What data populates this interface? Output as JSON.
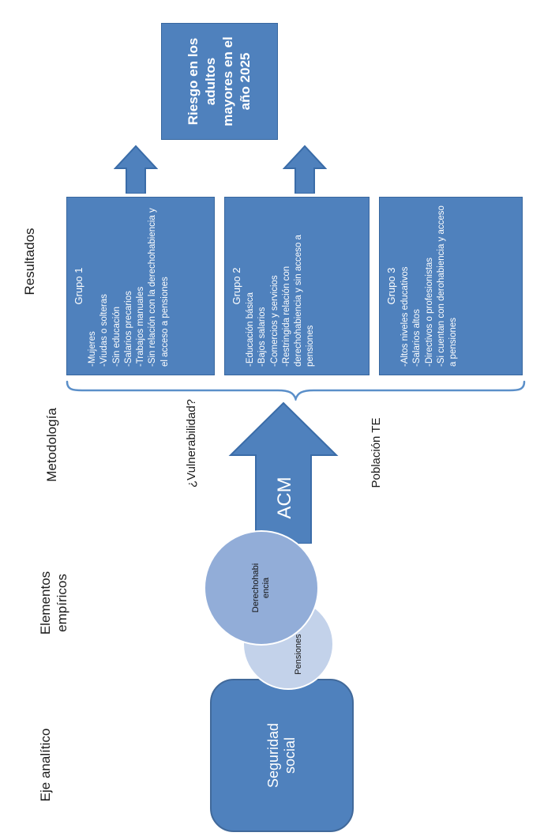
{
  "colors": {
    "primary": "#4f81bd",
    "primary_border": "#38679f",
    "venn_front_circle": "#92add8",
    "venn_back_circle": "#c3d2ea",
    "brace": "#5b8fc9"
  },
  "headers": {
    "eje_analitico": "Eje analítico",
    "elementos_empiricos": "Elementos empíricos",
    "metodologia": "Metodología",
    "resultados": "Resultados"
  },
  "eje_analitico": {
    "box_label": "Seguridad social"
  },
  "elementos_empiricos": {
    "circle_front": "Derechohabi\nencia",
    "circle_back": "Pensiones"
  },
  "metodologia": {
    "question": "¿Vulnerabilidad?",
    "arrow_label": "ACM",
    "population": "Población TE"
  },
  "resultados": {
    "grupos": [
      {
        "title": "Grupo 1",
        "items": [
          "-Mujeres",
          "-Viudas o solteras",
          "-Sin educación",
          "-Salarios precarios",
          "-Trabajos manuales",
          "-Sin relación con la derechohabiencia y el acceso a pensiones"
        ]
      },
      {
        "title": "Grupo 2",
        "items": [
          "-Educación básica",
          "-Bajos salarios",
          "-Comercios y servicios",
          "-Restringida relación con derechohabiencia y sin acceso a pensiones"
        ]
      },
      {
        "title": "Grupo 3",
        "items": [
          "-Altos niveles educativos",
          "-Salarios altos",
          "-Directivos o profesionistas",
          "-Si cuentan con derohabiencia y acceso a pensiones"
        ]
      }
    ]
  },
  "riesgo_box": "Riesgo en los adultos mayores en el año 2025"
}
